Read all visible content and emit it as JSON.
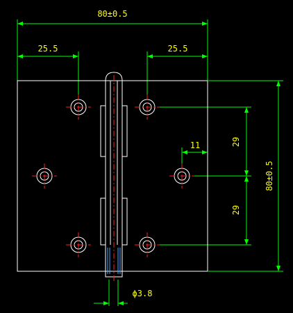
{
  "colors": {
    "background": "#000000",
    "outline": "#ffffff",
    "dimension": "#00ff00",
    "centerline": "#ff0000",
    "text": "#ffff00"
  },
  "dimensions": {
    "overall_width": "80±0.5",
    "hole_offset_left": "25.5",
    "hole_offset_right": "25.5",
    "overall_height": "80±0.5",
    "hole_spacing_upper": "29",
    "hole_spacing_lower": "29",
    "hole_inset": "11",
    "pin_diameter": "ϕ3.8"
  }
}
